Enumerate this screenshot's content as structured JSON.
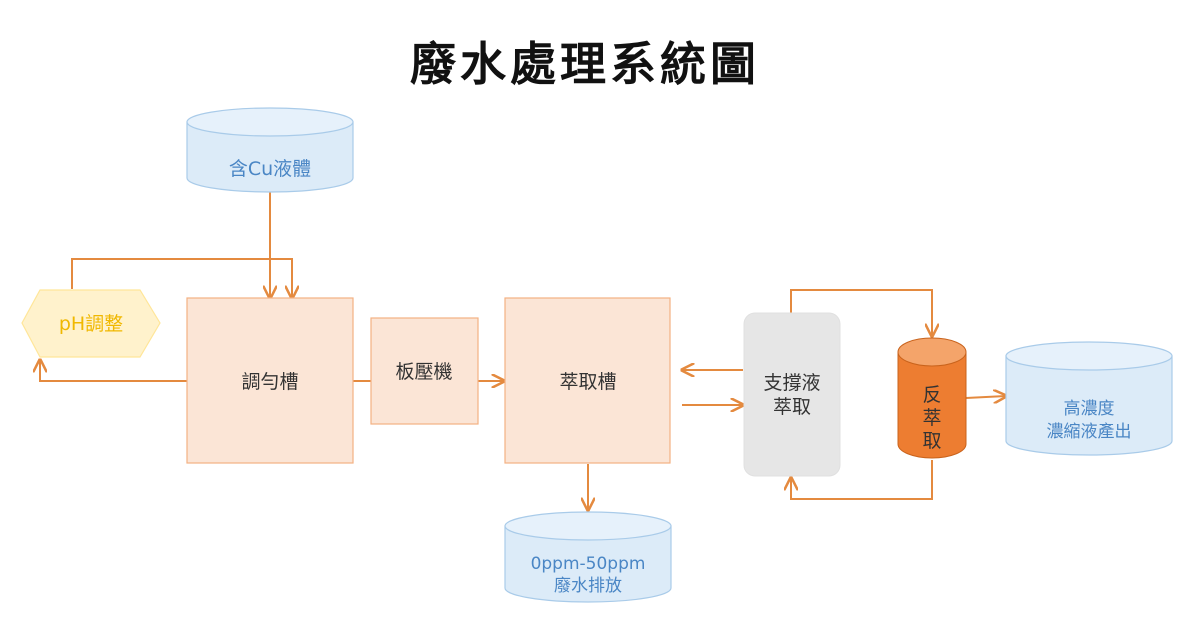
{
  "title": "廢水處理系統圖",
  "nodes": {
    "cu_liquid": "含Cu液體",
    "ph_adjust": "pH調整",
    "mix_tank": "調勻槽",
    "filter_press": "板壓機",
    "extraction_tank": "萃取槽",
    "support_extraction": [
      "支撐液",
      "萃取"
    ],
    "back_extraction": [
      "反",
      "萃",
      "取"
    ],
    "high_conc_output": [
      "高濃度",
      "濃縮液產出"
    ],
    "discharge": [
      "0ppm-50ppm",
      "廢水排放"
    ]
  },
  "colors": {
    "arrow": "#e48a3f",
    "orange_fill": "#fbe5d6",
    "blue_text": "#4a86c5",
    "yellow_hex": "#fff2cc",
    "gray_box": "#e6e6e6",
    "back_extraction_cylinder": "#ed7d31"
  }
}
